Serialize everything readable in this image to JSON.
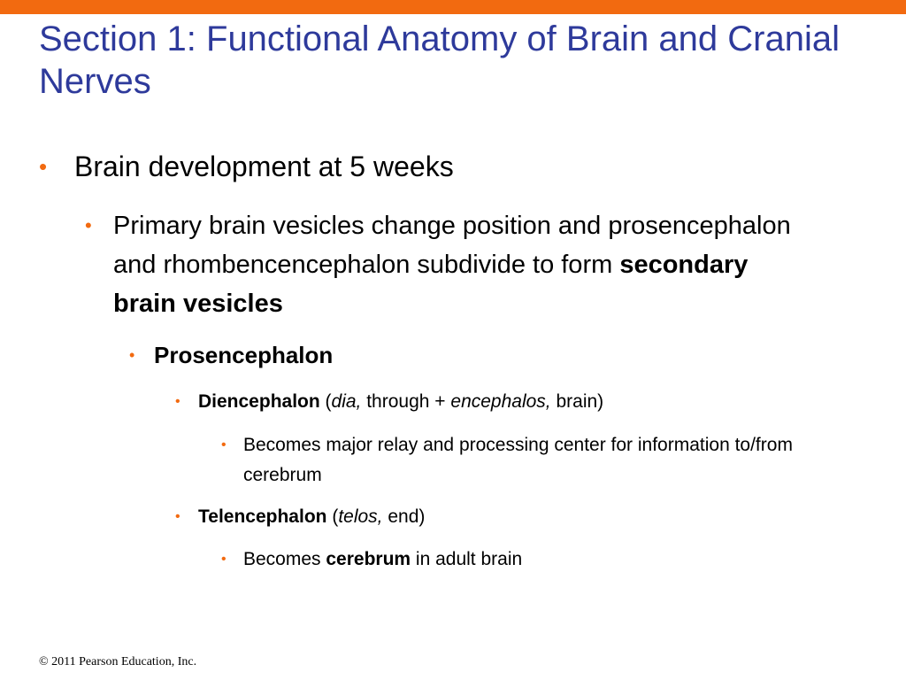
{
  "colors": {
    "accent": "#f26a10",
    "title": "#2e3a9b"
  },
  "title": "Section 1: Functional Anatomy of Brain and Cranial Nerves",
  "bullet_glyph": "•",
  "bullets": {
    "level1": {
      "text": "Brain development at 5 weeks"
    },
    "level2": {
      "text": "Primary brain vesicles change position and prosencephalon and rhombencencephalon subdivide to form ",
      "bold": "secondary brain vesicles"
    },
    "prosencephalon": {
      "bold": "Prosencephalon"
    },
    "diencephalon": {
      "bold": "Diencephalon",
      "t1": " (",
      "i1": "dia,",
      "t2": " through + ",
      "i2": "encephalos,",
      "t3": " brain)"
    },
    "diencephalon_sub": {
      "text": "Becomes major relay and processing center for information to/from cerebrum"
    },
    "telencephalon": {
      "bold": "Telencephalon",
      "t1": " (",
      "i1": "telos,",
      "t2": " end)"
    },
    "telencephalon_sub": {
      "t1": "Becomes ",
      "bold": "cerebrum",
      "t2": " in adult brain"
    }
  },
  "footer": "© 2011 Pearson Education, Inc."
}
